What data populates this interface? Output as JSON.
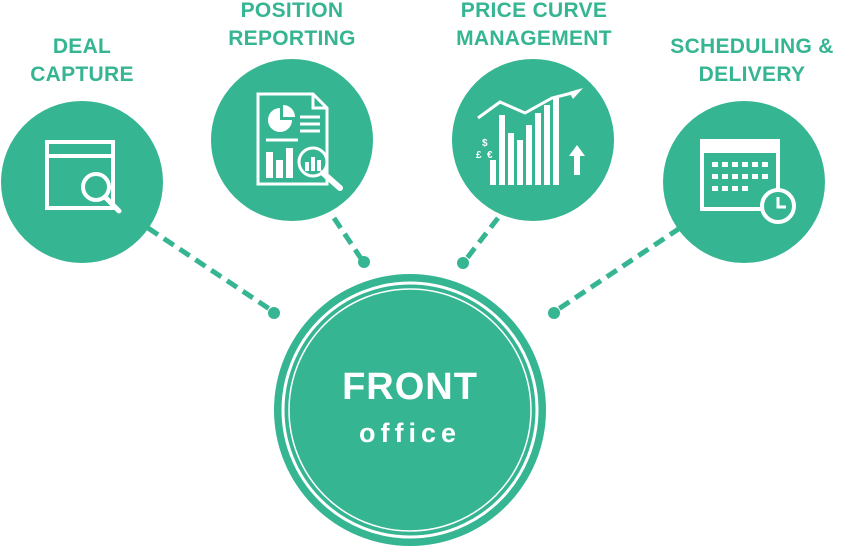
{
  "colors": {
    "accent": "#35b592",
    "icon": "#ffffff"
  },
  "center": {
    "title": "FRONT",
    "subtitle": "office"
  },
  "nodes": [
    {
      "icon": "window-search-icon",
      "lines": [
        "DEAL",
        "CAPTURE"
      ]
    },
    {
      "icon": "report-analysis-icon",
      "lines": [
        "POSITION",
        "REPORTING"
      ]
    },
    {
      "icon": "price-chart-icon",
      "lines": [
        "PRICE CURVE",
        "MANAGEMENT"
      ]
    },
    {
      "icon": "calendar-clock-icon",
      "lines": [
        "SCHEDULING &",
        "DELIVERY"
      ]
    }
  ]
}
